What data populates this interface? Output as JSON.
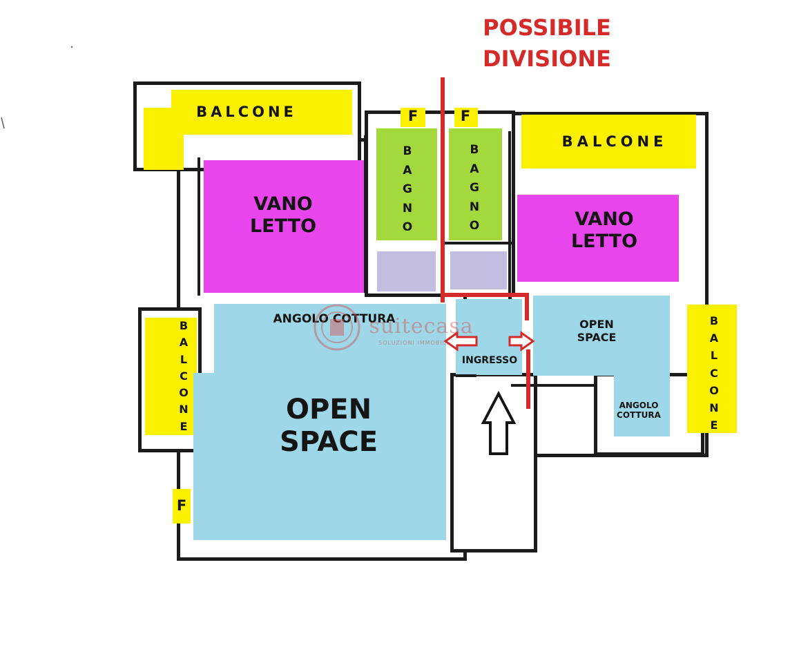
{
  "title": {
    "line1": "POSSIBILE",
    "line2": "DIVISIONE"
  },
  "colors": {
    "living": "#9dd7e8",
    "bedroom": "#e845ec",
    "bathroom": "#a4d93e",
    "balcony": "#fbf000",
    "antibath": "#c4bde2",
    "division": "#d42a2a"
  },
  "rooms": {
    "balcone_top_left": "BALCONE",
    "balcone_top_right": "BALCONE",
    "balcone_left": "BALCONE",
    "balcone_right": "BALCONE",
    "vano_letto_left": "VANO\nLETTO",
    "vano_letto_right": "VANO\nLETTO",
    "bagno_left": "BAGNO",
    "bagno_right": "BAGNO",
    "angolo_cottura_left": "ANGOLO COTTURA",
    "open_space_left": "OPEN\nSPACE",
    "ingresso": "INGRESSO",
    "open_space_right": "OPEN\nSPACE",
    "angolo_cottura_right": "ANGOLO\nCOTTURA",
    "f_top_left": "F",
    "f_top_right": "F",
    "f_left": "F"
  },
  "watermark": {
    "brand": "suitecasa",
    "tagline": "SOLUZIONI IMMOBILIARI"
  },
  "icons": {
    "entrance": "up-arrow-icon",
    "door_left": "left-arrow-icon",
    "door_right": "right-arrow-icon"
  }
}
